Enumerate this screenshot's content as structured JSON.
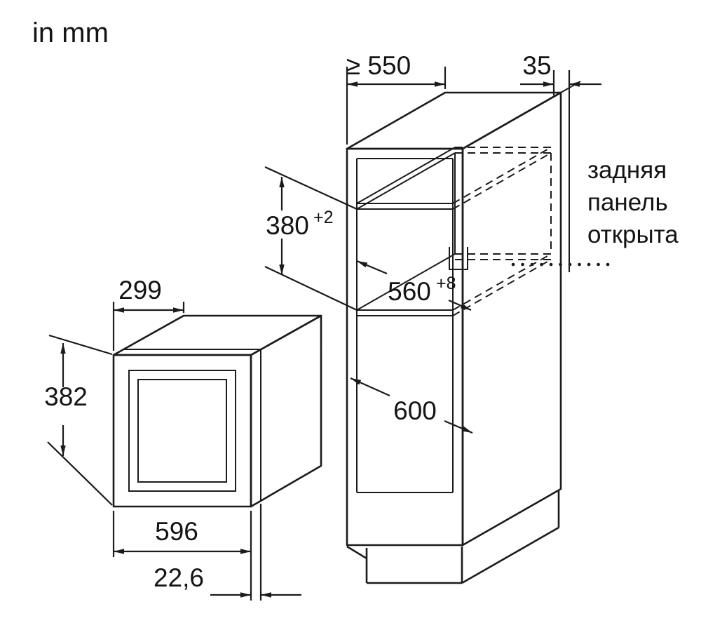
{
  "unit_label": "in mm",
  "dimensions": {
    "cabinet_depth": {
      "value": "≥ 550"
    },
    "back_panel_gap": {
      "value": "35"
    },
    "niche_height": {
      "value": "380",
      "sup": "+2"
    },
    "niche_width": {
      "value": "560",
      "sup": "+8"
    },
    "cabinet_width": {
      "value": "600"
    },
    "appliance_depth": {
      "value": "299"
    },
    "appliance_height": {
      "value": "382"
    },
    "appliance_width": {
      "value": "596"
    },
    "door_protrusion": {
      "value": "22,6"
    }
  },
  "note": {
    "lines": [
      "задняя",
      "панель",
      "открыта"
    ]
  },
  "colors": {
    "line": "#1b1b1b",
    "background": "#ffffff"
  }
}
